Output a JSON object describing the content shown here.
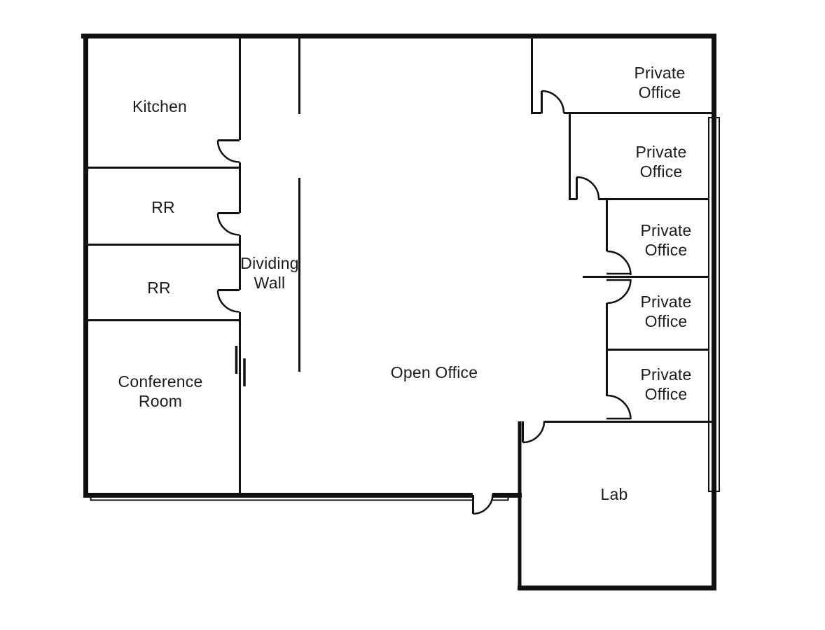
{
  "colors": {
    "background": "#ffffff",
    "walls": "#111111",
    "text": "#1c1c1c"
  },
  "rooms": {
    "kitchen": {
      "label": "Kitchen"
    },
    "restroom_top": {
      "label": "RR"
    },
    "restroom_bottom": {
      "label": "RR"
    },
    "conference_room": {
      "label": "Conference\nRoom"
    },
    "dividing_wall": {
      "label": "Dividing\nWall"
    },
    "open_office": {
      "label": "Open Office"
    },
    "private_office_1": {
      "label": "Private\nOffice"
    },
    "private_office_2": {
      "label": "Private\nOffice"
    },
    "private_office_3": {
      "label": "Private\nOffice"
    },
    "private_office_4": {
      "label": "Private\nOffice"
    },
    "private_office_5": {
      "label": "Private\nOffice"
    },
    "lab": {
      "label": "Lab"
    }
  }
}
